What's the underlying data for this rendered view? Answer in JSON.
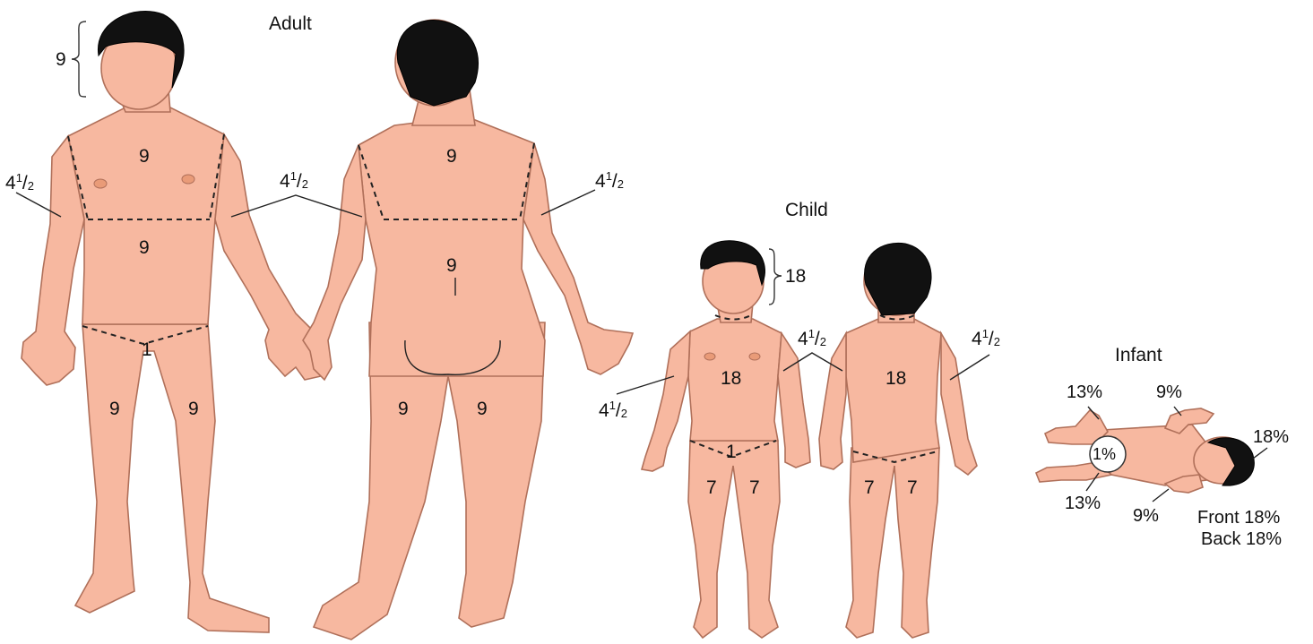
{
  "sections": {
    "adult": "Adult",
    "child": "Child",
    "infant": "Infant"
  },
  "adult": {
    "head": "9",
    "chest": "9",
    "abdomen": "9",
    "back_upper": "9",
    "back_lower": "9",
    "genital": "1",
    "leg_front_left": "9",
    "leg_front_right": "9",
    "leg_back_left": "9",
    "leg_back_right": "9",
    "arm_left": {
      "whole": "4",
      "num": "1",
      "den": "2"
    },
    "arm_middle": {
      "whole": "4",
      "num": "1",
      "den": "2"
    },
    "arm_right": {
      "whole": "4",
      "num": "1",
      "den": "2"
    }
  },
  "child": {
    "head": "18",
    "front_trunk": "18",
    "back_trunk": "18",
    "genital": "1",
    "leg_front_left": "7",
    "leg_front_right": "7",
    "leg_back_left": "7",
    "leg_back_right": "7",
    "arm_left": {
      "whole": "4",
      "num": "1",
      "den": "2"
    },
    "arm_middle": {
      "whole": "4",
      "num": "1",
      "den": "2"
    },
    "arm_right": {
      "whole": "4",
      "num": "1",
      "den": "2"
    }
  },
  "infant": {
    "leg_upper": "13%",
    "leg_lower": "13%",
    "arm_upper": "9%",
    "arm_lower": "9%",
    "genital": "1%",
    "head": "18%",
    "front": "Front 18%",
    "back": "Back 18%"
  },
  "colors": {
    "skin": "#f7b8a0",
    "skin_outline": "#b0705a",
    "hair": "#111111",
    "lines": "#222222"
  }
}
